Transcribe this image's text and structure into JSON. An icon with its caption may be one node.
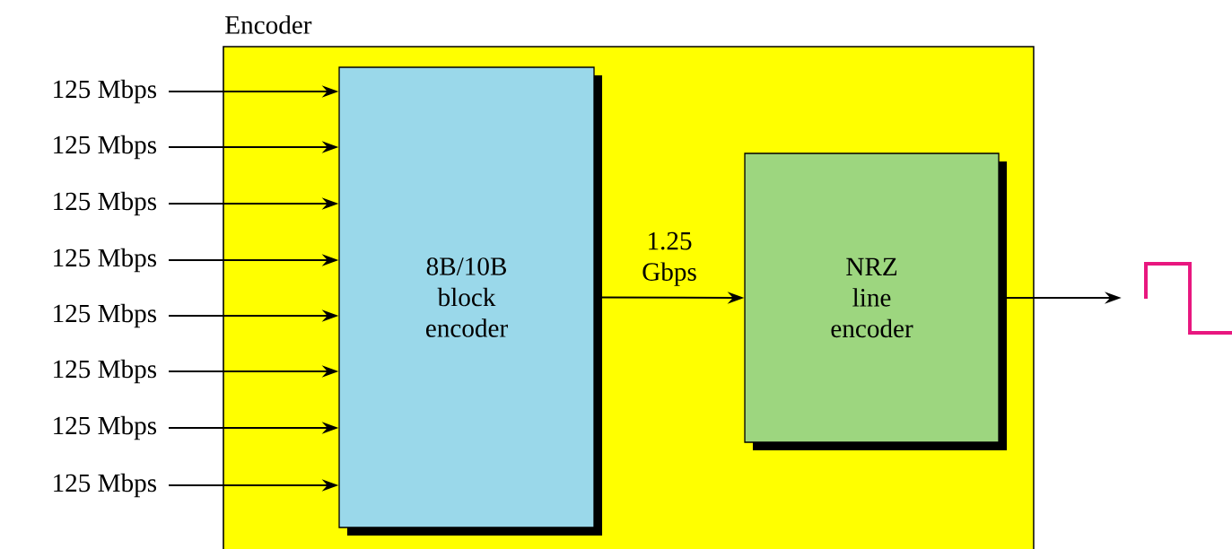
{
  "diagram": {
    "nodes": [
      {
        "text": [
          "Encoder"
        ]
      },
      {
        "text": [
          "125 Mbps"
        ]
      },
      {
        "text": [
          "125 Mbps"
        ]
      },
      {
        "text": [
          "125 Mbps"
        ]
      },
      {
        "text": [
          "125 Mbps"
        ]
      },
      {
        "text": [
          "125 Mbps"
        ]
      },
      {
        "text": [
          "125 Mbps"
        ]
      },
      {
        "text": [
          "125 Mbps"
        ]
      },
      {
        "text": [
          "125 Mbps"
        ]
      },
      {
        "text": [
          "8B/10B block encoder"
        ],
        "in": 0
      },
      {
        "text": [
          "NRZ line encoder"
        ],
        "in": 0
      },
      {
        "text": [],
        "shape": "picture"
      }
    ],
    "edges": [
      {
        "from": 1,
        "to": 9,
        "arrow": "to"
      },
      {
        "from": 2,
        "to": 9,
        "arrow": "to"
      },
      {
        "from": 3,
        "to": 9,
        "arrow": "to"
      },
      {
        "from": 4,
        "to": 9,
        "arrow": "to"
      },
      {
        "from": 5,
        "to": 9,
        "arrow": "to"
      },
      {
        "from": 6,
        "to": 9,
        "arrow": "to"
      },
      {
        "from": 7,
        "to": 9,
        "arrow": "to"
      },
      {
        "from": 8,
        "to": 9,
        "arrow": "to"
      },
      {
        "from": 9,
        "to": 10,
        "label": "1.25 Gbps",
        "arrow": "to"
      },
      {
        "from": 10,
        "to": 11,
        "arrow": "to"
      }
    ]
  }
}
